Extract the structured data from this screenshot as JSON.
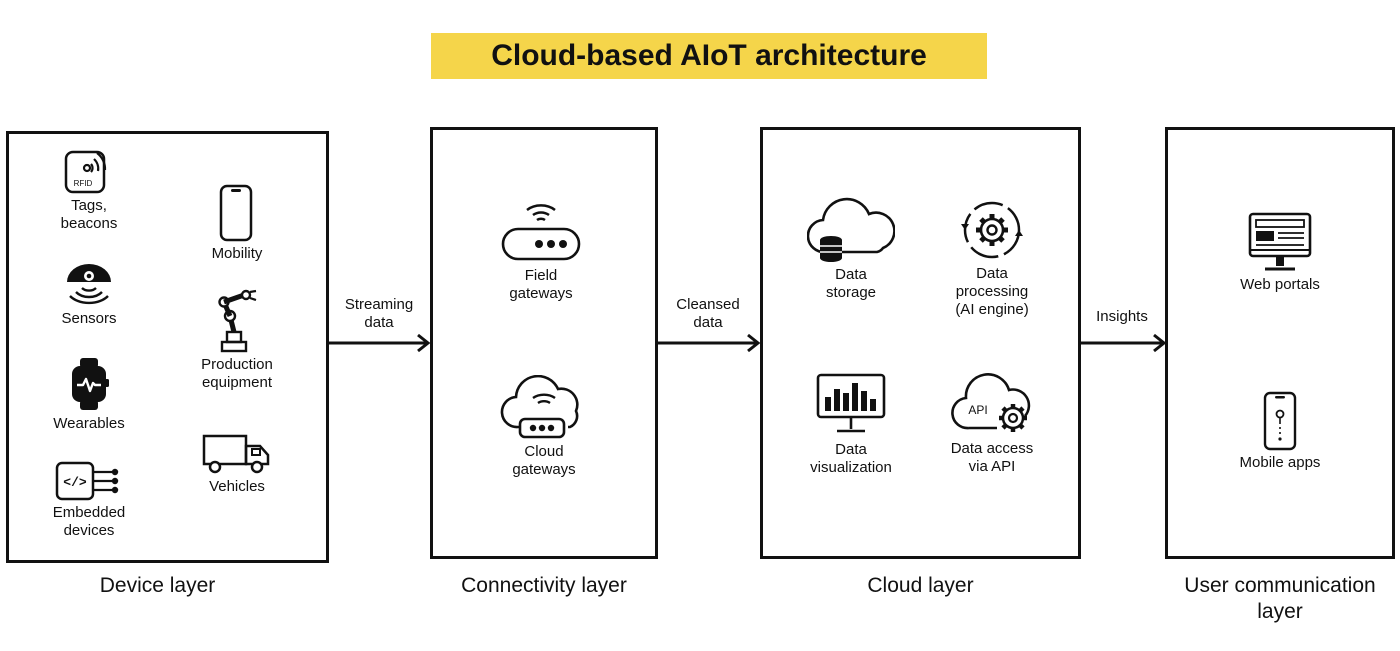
{
  "title": "Cloud-based AIoT architecture",
  "colors": {
    "banner": "#f5d54a",
    "ink": "#111111",
    "background": "#ffffff"
  },
  "layers": {
    "device": {
      "label": "Device layer",
      "items": [
        {
          "label": "Tags,\nbeacons",
          "icon": "rfid-tag-icon",
          "badge": "RFID"
        },
        {
          "label": "Sensors",
          "icon": "sensor-icon"
        },
        {
          "label": "Wearables",
          "icon": "smartwatch-icon"
        },
        {
          "label": "Embedded\ndevices",
          "icon": "embedded-chip-icon"
        },
        {
          "label": "Mobility",
          "icon": "smartphone-icon"
        },
        {
          "label": "Production\nequipment",
          "icon": "robot-arm-icon"
        },
        {
          "label": "Vehicles",
          "icon": "truck-icon"
        }
      ]
    },
    "connectivity": {
      "label": "Connectivity layer",
      "items": [
        {
          "label": "Field\ngateways",
          "icon": "router-icon"
        },
        {
          "label": "Cloud\ngateways",
          "icon": "cloud-gateway-icon"
        }
      ]
    },
    "cloud": {
      "label": "Cloud layer",
      "items": [
        {
          "label": "Data\nstorage",
          "icon": "cloud-database-icon"
        },
        {
          "label": "Data\nprocessing\n(AI engine)",
          "icon": "processing-gear-icon"
        },
        {
          "label": "Data\nvisualization",
          "icon": "bar-chart-monitor-icon"
        },
        {
          "label": "Data access\nvia API",
          "icon": "cloud-api-icon",
          "badge": "API"
        }
      ]
    },
    "user": {
      "label": "User communication\nlayer",
      "items": [
        {
          "label": "Web portals",
          "icon": "desktop-monitor-icon"
        },
        {
          "label": "Mobile apps",
          "icon": "mobile-app-icon"
        }
      ]
    }
  },
  "flows": [
    {
      "label": "Streaming\ndata"
    },
    {
      "label": "Cleansed\ndata"
    },
    {
      "label": "Insights"
    }
  ]
}
